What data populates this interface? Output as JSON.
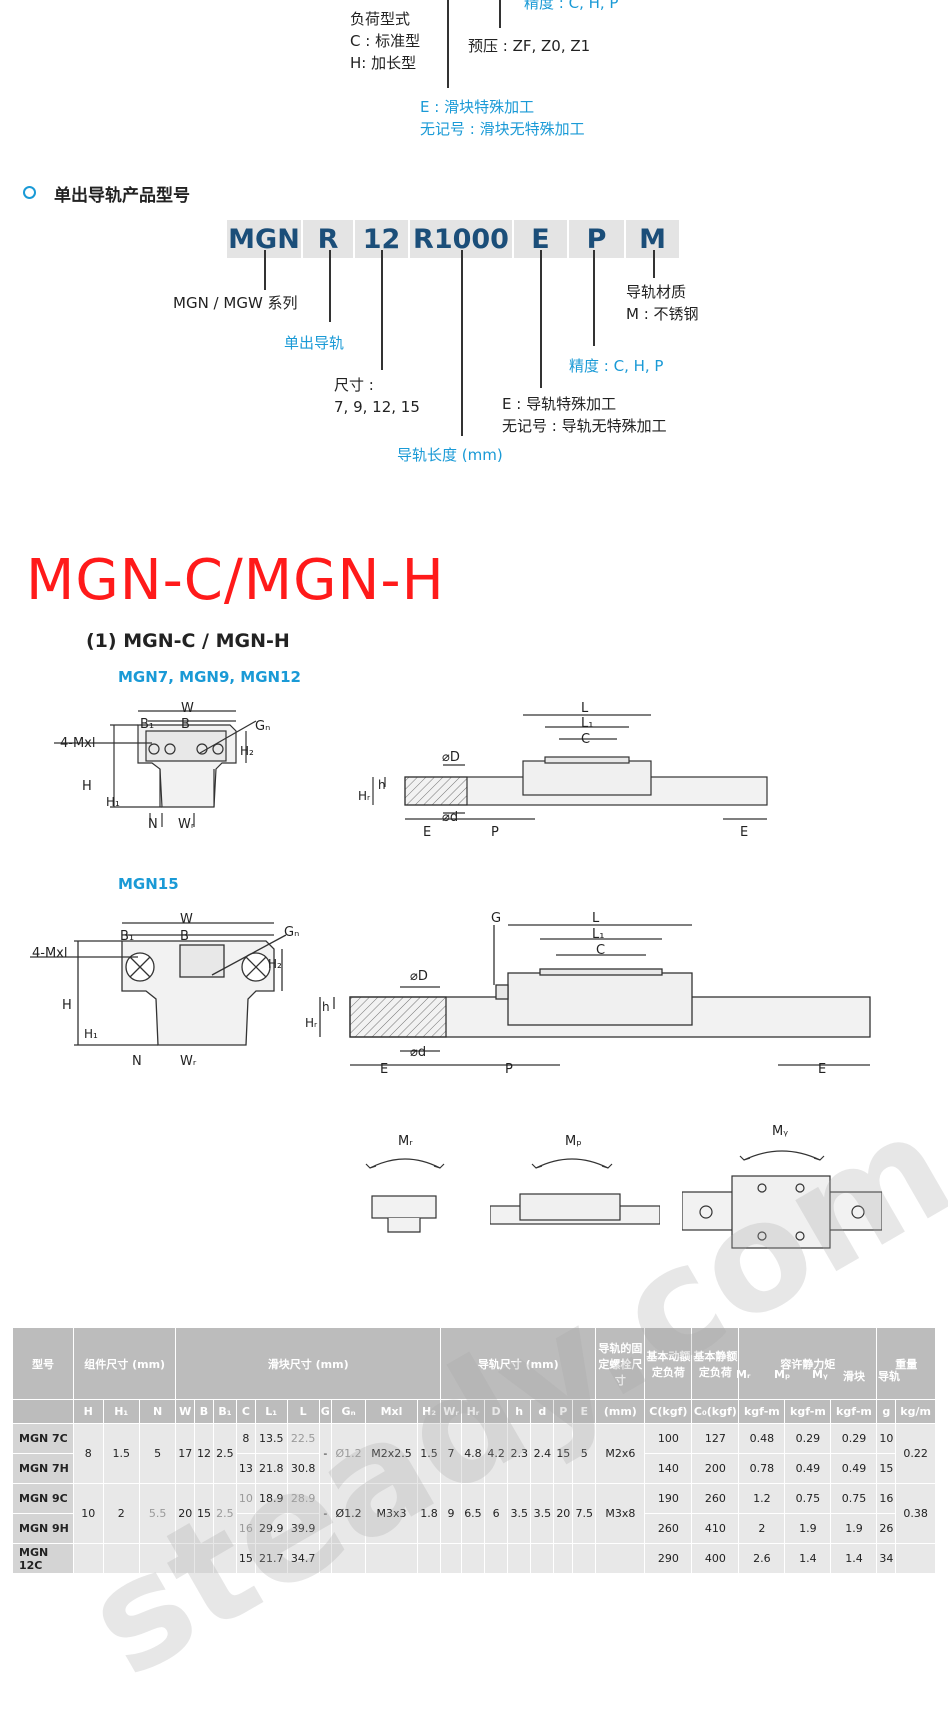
{
  "top_section": {
    "load_type_title": "负荷型式",
    "load_type_c": "C : 标准型",
    "load_type_h": "H: 加长型",
    "precision_top": "精度 : C, H, P",
    "preload": "预压 : ZF, Z0, Z1",
    "block_special_e": "E : 滑块特殊加工",
    "block_special_none": "无记号 : 滑块无特殊加工"
  },
  "rail_section": {
    "heading": "单出导轨产品型号",
    "code_parts": [
      "MGN",
      "R",
      "12",
      "R1000",
      "E",
      "P",
      "M"
    ],
    "series_label": "MGN / MGW 系列",
    "rail_only_label": "单出导轨",
    "size_title": "尺寸 :",
    "size_values": "7, 9, 12, 15",
    "rail_length_label": "导轨长度 (mm)",
    "rail_special_e": "E : 导轨特殊加工",
    "rail_special_none": "无记号 : 导轨无特殊加工",
    "precision": "精度 : C, H, P",
    "material_title": "导轨材质",
    "material_m": "M : 不锈钢"
  },
  "product_title": "MGN-C/MGN-H",
  "drawing_section": {
    "subtitle": "(1) MGN-C / MGN-H",
    "group1_label": "MGN7, MGN9, MGN12",
    "group2_label": "MGN15",
    "dims": {
      "W": "W",
      "B": "B",
      "B1": "B₁",
      "Gn": "Gₙ",
      "mxl": "4-Mxl",
      "H": "H",
      "H1": "H₁",
      "H2": "H₂",
      "N": "N",
      "WR": "Wᵣ",
      "L": "L",
      "L1": "L₁",
      "C": "C",
      "D": "⌀D",
      "d": "⌀d",
      "h": "h",
      "HR": "Hᵣ",
      "E": "E",
      "P": "P",
      "G": "G"
    },
    "moments": {
      "mr": "Mᵣ",
      "mp": "Mₚ",
      "my": "Mᵧ"
    }
  },
  "watermark": "steady.com",
  "table": {
    "model_header": "型号",
    "group_assembly": "组件尺寸 (mm)",
    "group_block": "滑块尺寸 (mm)",
    "group_rail": "导轨尺寸 (mm)",
    "group_bolt": "导轨的固定螺栓尺寸",
    "group_dynamic": "基本动额定负荷",
    "group_static": "基本静额定负荷",
    "group_moment": "容许静力矩",
    "group_weight": "重量",
    "moment_cols": [
      "Mᵣ",
      "Mₚ",
      "Mᵧ"
    ],
    "weight_cols": [
      "滑块",
      "导轨"
    ],
    "sub_headers": [
      "H",
      "H₁",
      "N",
      "W",
      "B",
      "B₁",
      "C",
      "L₁",
      "L",
      "G",
      "Gₙ",
      "Mxl",
      "H₂",
      "Wᵣ",
      "Hᵣ",
      "D",
      "h",
      "d",
      "P",
      "E",
      "(mm)",
      "C(kgf)",
      "C₀(kgf)",
      "kgf-m",
      "kgf-m",
      "kgf-m",
      "g",
      "kg/m"
    ],
    "rows": [
      {
        "model": "MGN 7C",
        "C": "8",
        "L1": "13.5",
        "L": "22.5",
        "dyn": "100",
        "stat": "127",
        "mr": "0.48",
        "mp": "0.29",
        "my": "0.29",
        "wb": "10"
      },
      {
        "model": "MGN 7H",
        "C": "13",
        "L1": "21.8",
        "L": "30.8",
        "dyn": "140",
        "stat": "200",
        "mr": "0.78",
        "mp": "0.49",
        "my": "0.49",
        "wb": "15"
      },
      {
        "model": "MGN 9C",
        "C": "10",
        "L1": "18.9",
        "L": "28.9",
        "dyn": "190",
        "stat": "260",
        "mr": "1.2",
        "mp": "0.75",
        "my": "0.75",
        "wb": "16"
      },
      {
        "model": "MGN 9H",
        "C": "16",
        "L1": "29.9",
        "L": "39.9",
        "dyn": "260",
        "stat": "410",
        "mr": "2",
        "mp": "1.9",
        "my": "1.9",
        "wb": "26"
      },
      {
        "model": "MGN 12C",
        "C": "15",
        "L1": "21.7",
        "L": "34.7",
        "dyn": "290",
        "stat": "400",
        "mr": "2.6",
        "mp": "1.4",
        "my": "1.4",
        "wb": "34"
      }
    ],
    "shared_mgn7": {
      "H": "8",
      "H1": "1.5",
      "N": "5",
      "W": "17",
      "B": "12",
      "B1": "2.5",
      "G": "-",
      "Gn": "Ø1.2",
      "Mxl": "M2x2.5",
      "H2": "1.5",
      "WR": "7",
      "HR": "4.8",
      "D": "4.2",
      "h": "2.3",
      "d": "2.4",
      "P": "15",
      "E": "5",
      "bolt": "M2x6",
      "wr": "0.22"
    },
    "shared_mgn9": {
      "H": "10",
      "H1": "2",
      "N": "5.5",
      "W": "20",
      "B": "15",
      "B1": "2.5",
      "G": "-",
      "Gn": "Ø1.2",
      "Mxl": "M3x3",
      "H2": "1.8",
      "WR": "9",
      "HR": "6.5",
      "D": "6",
      "h": "3.5",
      "d": "3.5",
      "P": "20",
      "E": "7.5",
      "bolt": "M3x8",
      "wr": "0.38"
    }
  }
}
